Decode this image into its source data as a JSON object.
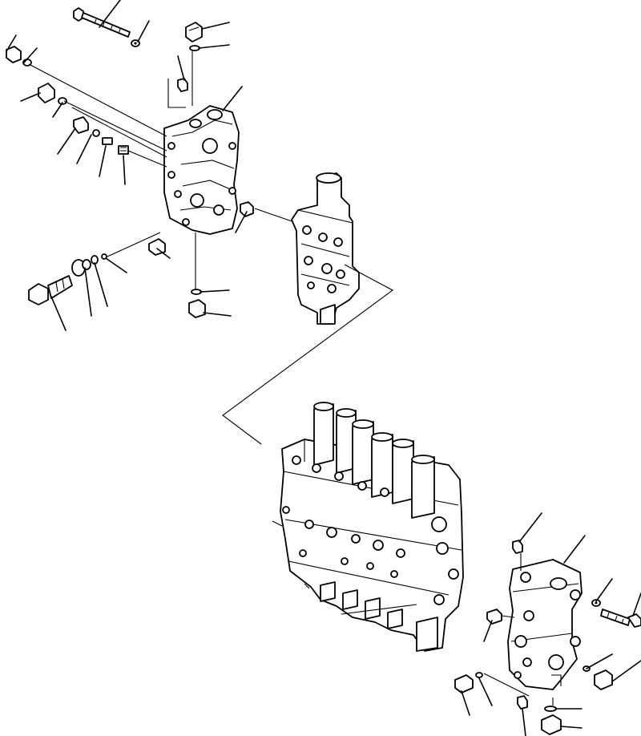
{
  "diagram": {
    "style": "exploded parts view, black line art on white",
    "background": "#ffffff",
    "ink": "#000000",
    "components": [
      "upper-valve-section",
      "spool-assembly",
      "main-control-valve-block",
      "lower-end-valve-section"
    ]
  }
}
